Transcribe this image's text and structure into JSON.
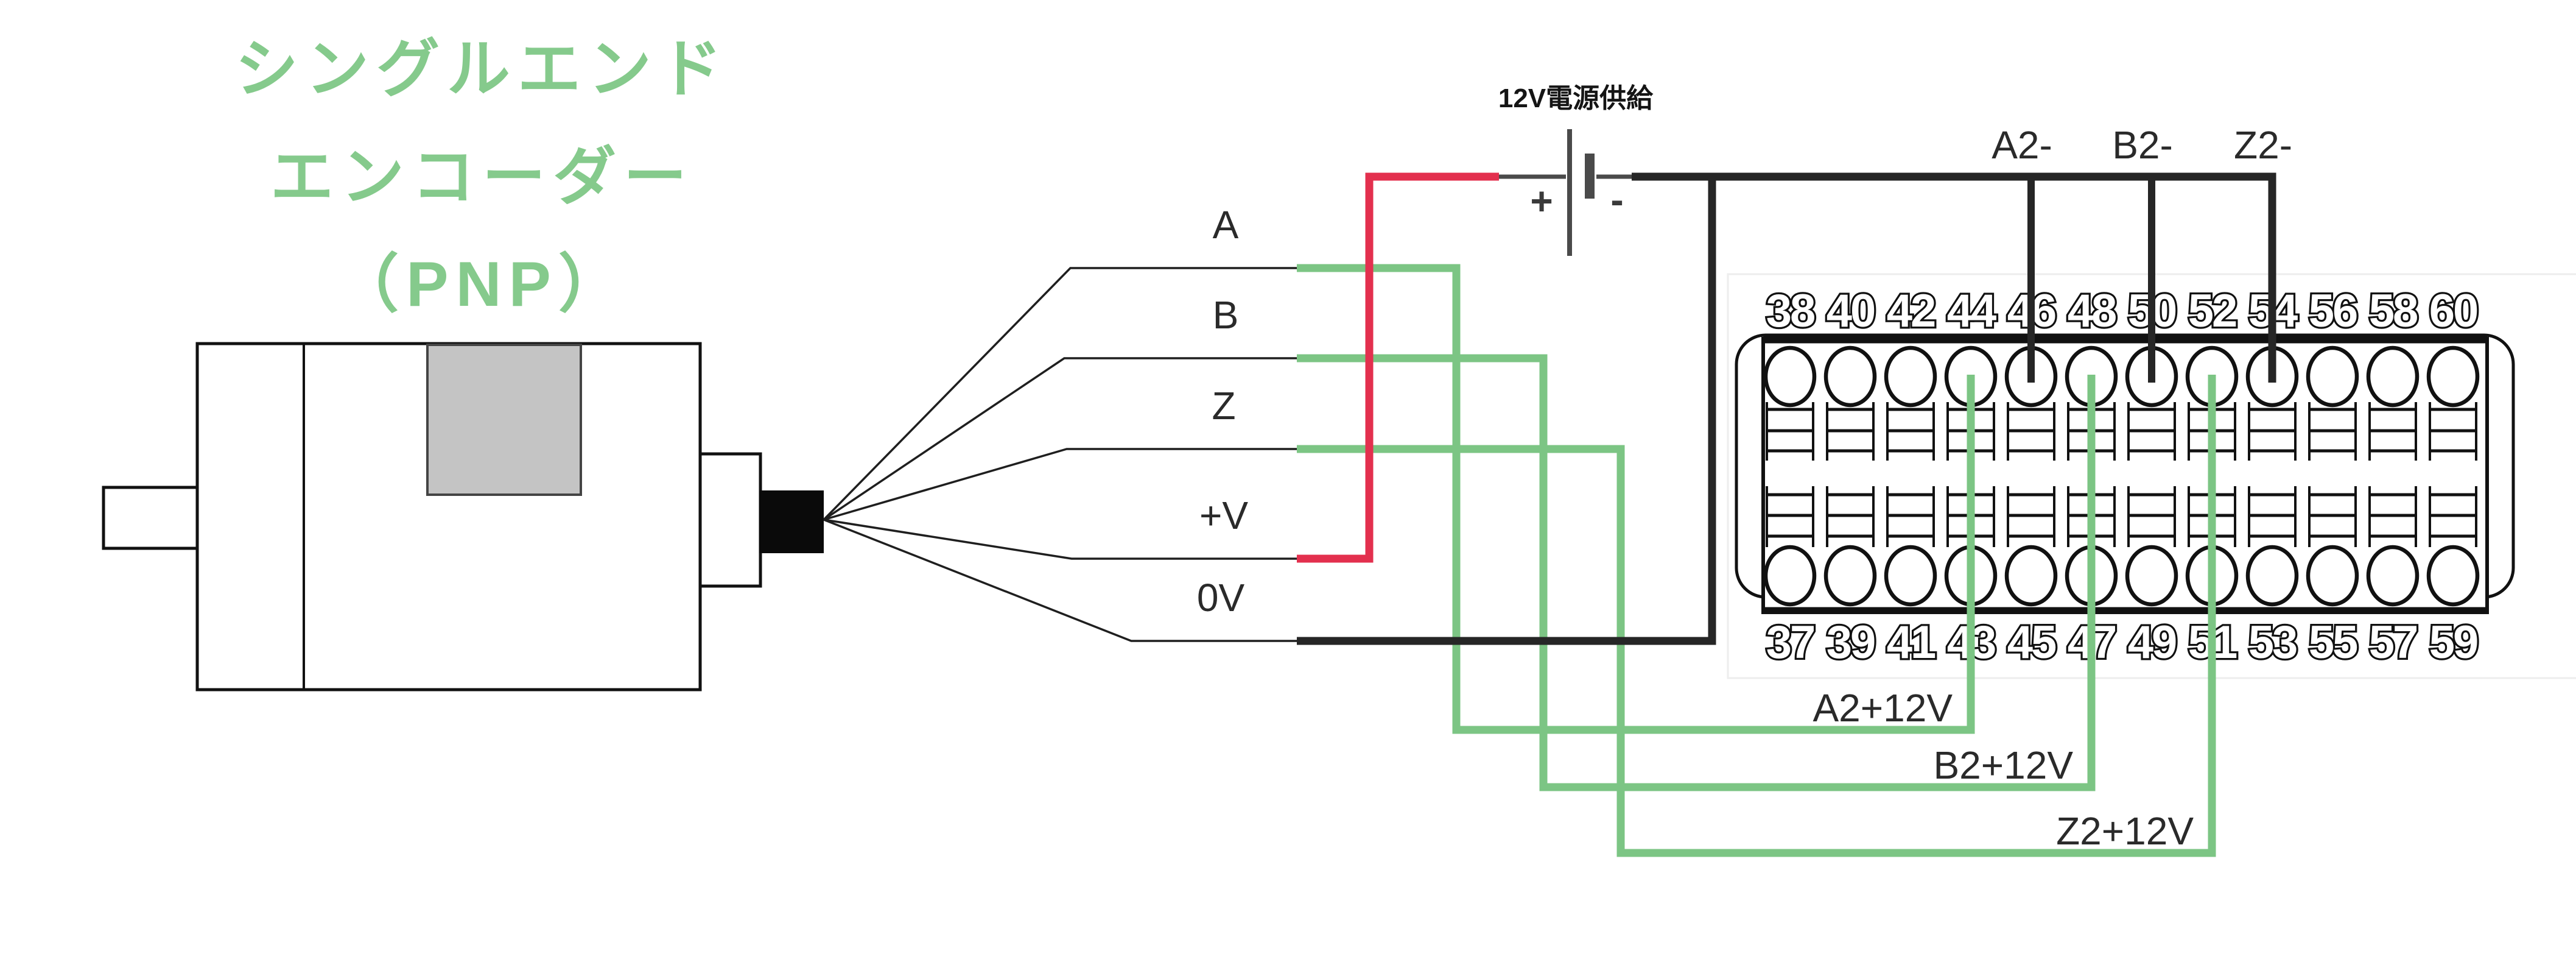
{
  "title": {
    "line1": "シングルエンド",
    "line2": "エンコーダー",
    "line3": "（PNP）"
  },
  "encoder": {
    "wire_labels": [
      "A",
      "B",
      "Z",
      "+V",
      "0V"
    ]
  },
  "power_supply": {
    "label": "12V電源供給",
    "plus": "+",
    "minus": "-"
  },
  "terminal_block": {
    "top_numbers": [
      "38",
      "40",
      "42",
      "44",
      "46",
      "48",
      "50",
      "52",
      "54",
      "56",
      "58",
      "60"
    ],
    "bottom_numbers": [
      "37",
      "39",
      "41",
      "43",
      "45",
      "47",
      "49",
      "51",
      "53",
      "55",
      "57",
      "59"
    ]
  },
  "connections": {
    "negative": [
      "A2-",
      "B2-",
      "Z2-"
    ],
    "positive": [
      "A2+12V",
      "B2+12V",
      "Z2+12V"
    ]
  },
  "colors": {
    "title_green": "#85ca8c",
    "wire_green": "#7cc584",
    "wire_red": "#e3304e",
    "wire_black": "#262626",
    "outline_black": "#111111",
    "battery_gray": "#4a4a4a",
    "motor_gray": "#c4c4c4"
  }
}
